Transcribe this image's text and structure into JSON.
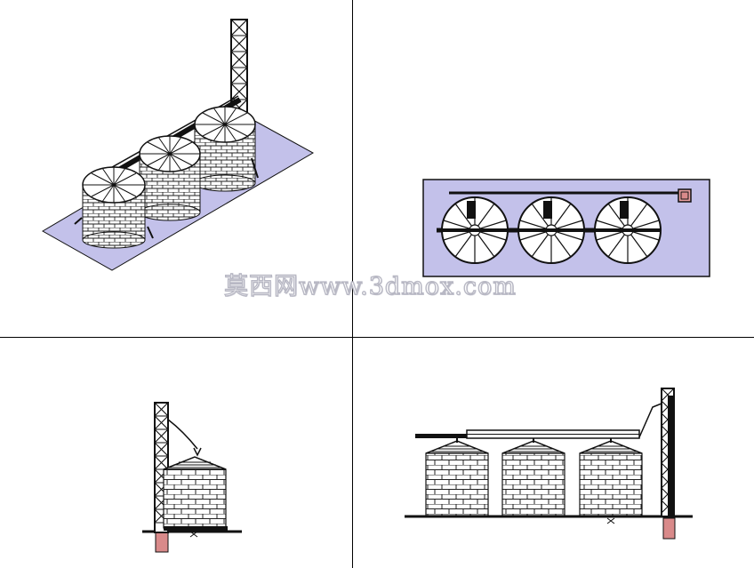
{
  "watermark": {
    "text": "莫西网www.3dmox.com"
  },
  "colors": {
    "base_plate": "#c3c1ea",
    "steel": "#1a1a1a",
    "brick_fill": "#ffffff",
    "footing": "#d98a8a",
    "divider": "#000000"
  },
  "views": {
    "isometric": {
      "silo_count": 3
    },
    "top": {
      "silo_count": 3
    },
    "side": {
      "silo_count": 1
    },
    "front": {
      "silo_count": 3
    }
  }
}
